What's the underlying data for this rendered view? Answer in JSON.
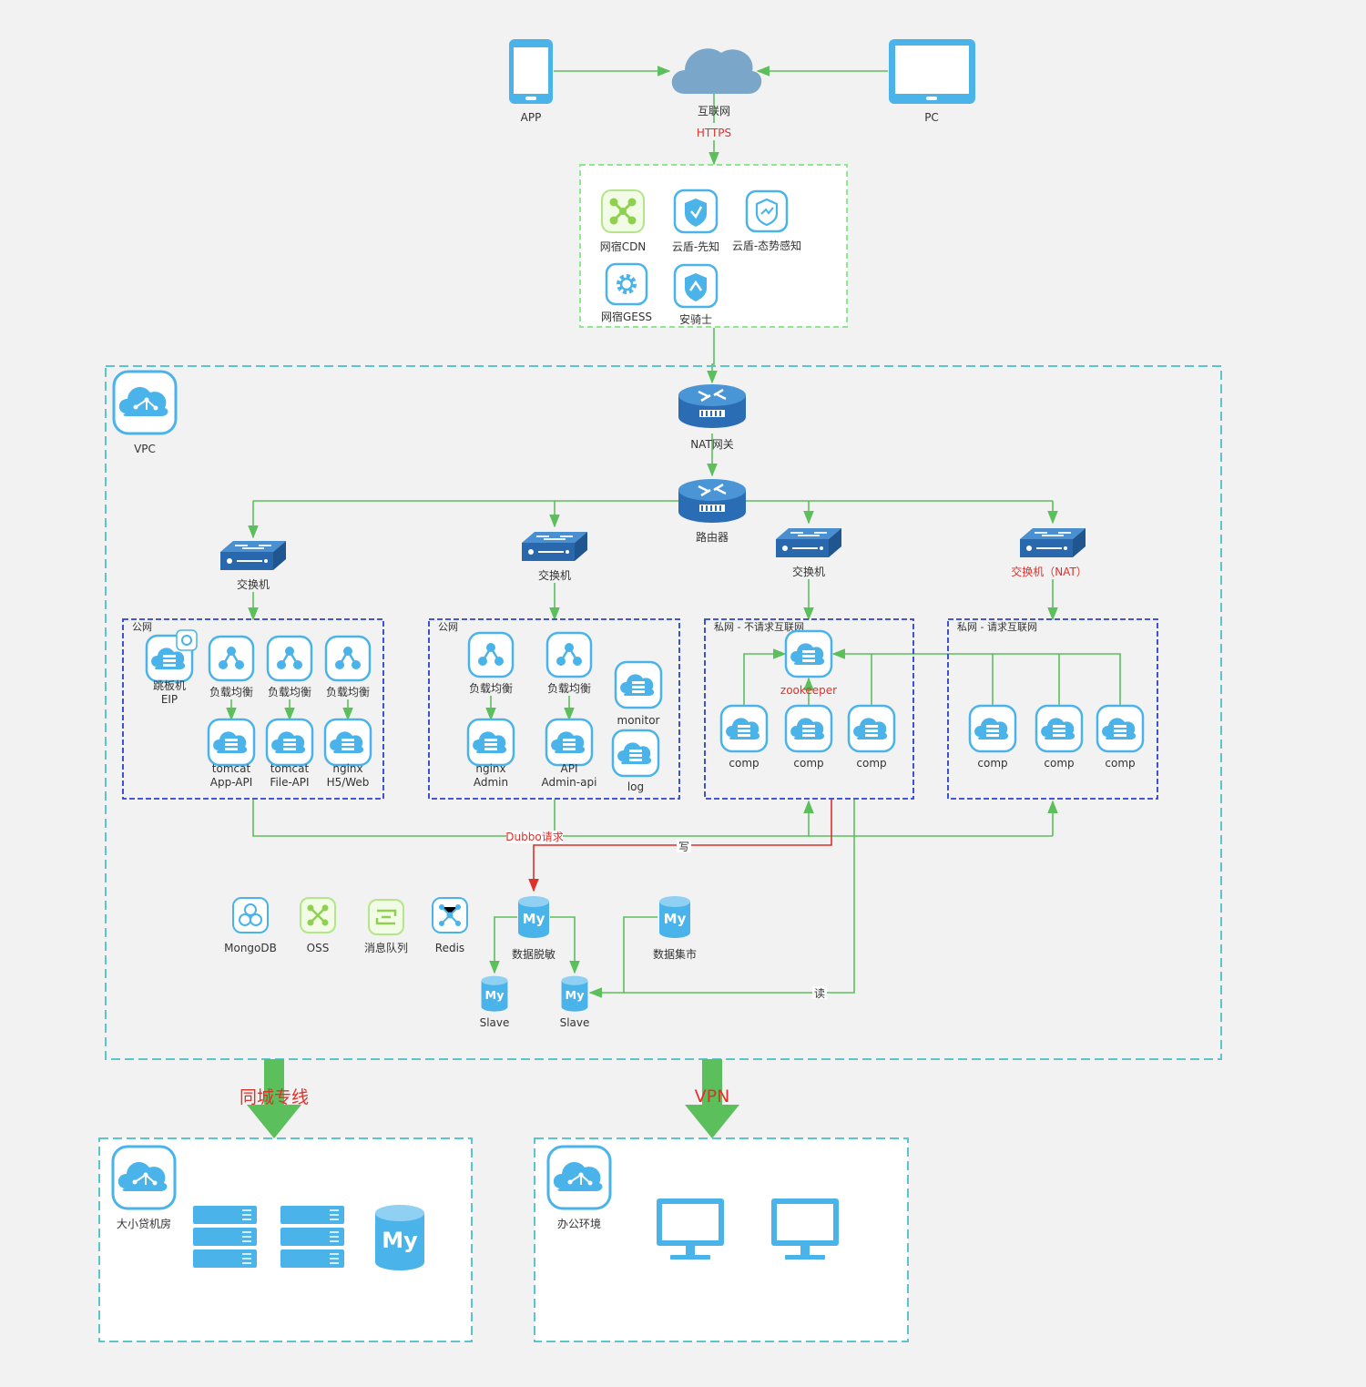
{
  "top": {
    "app_label": "APP",
    "internet_label": "互联网",
    "pc_label": "PC",
    "https_label": "HTTPS"
  },
  "security": {
    "items": [
      "网宿CDN",
      "云盾-先知",
      "云盾-态势感知",
      "网宿GESS",
      "安骑士"
    ]
  },
  "vpc": {
    "label": "VPC",
    "nat_label": "NAT网关",
    "router_label": "路由器",
    "switches": [
      "交换机",
      "交换机",
      "交换机",
      "交换机（NAT）"
    ]
  },
  "zones": {
    "z1": {
      "title": "公网",
      "jump_label": "跳板机",
      "jump_sub": "EIP",
      "lb_labels": [
        "负载均衡",
        "负载均衡",
        "负载均衡"
      ],
      "servers": [
        {
          "line1": "tomcat",
          "line2": "App-API"
        },
        {
          "line1": "tomcat",
          "line2": "File-API"
        },
        {
          "line1": "nginx",
          "line2": "H5/Web"
        }
      ]
    },
    "z2": {
      "title": "公网",
      "lb_labels": [
        "负载均衡",
        "负载均衡"
      ],
      "monitor_label": "monitor",
      "log_label": "log",
      "servers": [
        {
          "line1": "nginx",
          "line2": "Admin"
        },
        {
          "line1": "API",
          "line2": "Admin-api"
        }
      ]
    },
    "z3": {
      "title": "私网 - 不请求互联网",
      "zookeeper_label": "zookeeper",
      "comp_labels": [
        "comp",
        "comp",
        "comp"
      ]
    },
    "z4": {
      "title": "私网 - 请求互联网",
      "comp_labels": [
        "comp",
        "comp",
        "comp"
      ]
    }
  },
  "links": {
    "dubbo_label": "Dubbo请求",
    "write_label": "写",
    "read_label": "读"
  },
  "services": [
    "MongoDB",
    "OSS",
    "消息队列",
    "Redis"
  ],
  "databases": {
    "main_label": "数据脱敏",
    "mart_label": "数据集市",
    "slave1_label": "Slave",
    "slave2_label": "Slave",
    "db_text": "My"
  },
  "bottom": {
    "leased_line_label": "同城专线",
    "vpn_label": "VPN",
    "datacenter_label": "大小贷机房",
    "office_label": "办公环境"
  },
  "colors": {
    "accent_blue": "#4ab3ea",
    "line_green": "#5bbf5b",
    "line_red": "#e0302a",
    "vpc_border": "#5cc5cc",
    "zone_border": "#2b3fd1",
    "security_border": "#8ee98e",
    "router_blue": "#2f78bf",
    "cloud_blue": "#7aa6c9"
  }
}
